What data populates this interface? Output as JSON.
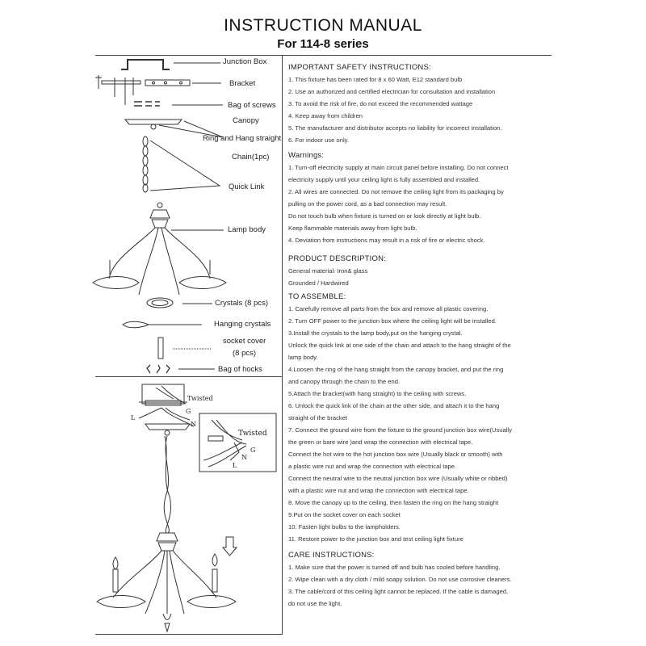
{
  "header": {
    "title": "INSTRUCTION MANUAL",
    "subtitle": "For 114-8 series"
  },
  "parts": [
    "Junction Box",
    "Bracket",
    "Bag of screws",
    "Canopy",
    "Ring and Hang straight",
    "Chain(1pc)",
    "Quick Link",
    "Lamp body",
    "Crystals (8 pcs)",
    "Hanging crystals",
    "socket cover",
    "(8 pcs)",
    "Bag of hocks"
  ],
  "diagram_labels": {
    "twisted": "Twisted",
    "g": "G",
    "n": "N",
    "l": "L"
  },
  "sections": [
    {
      "heading": "IMPORTANT SAFETY INSTRUCTIONS:",
      "lines": [
        "1. This fixture has been rated for 8 x 60 Watt, E12 standard bulb",
        "2. Use an authorized and certified electrician for consultation and installation",
        "3. To avoid the risk of fire, do not exceed the recommended wattage",
        "4. Keep away from children",
        "5. The manufacturer and distributor accepts no liability for incorrect installation.",
        "6. For indoor use only."
      ]
    },
    {
      "heading": "Warnings:",
      "lines": [
        "1. Turn-off electricity supply at main circuit panel before installing. Do not connect",
        "electricity supply until your ceiling light is fully assembled and installed.",
        "2. All wires are connected. Do not remove the ceiling light from its packaging by",
        "pulling on the power cord, as a bad connection may result.",
        "Do not touch bulb when fixture is turned on or look directly at light bulb.",
        "Keep flammable materials away from light bulb.",
        "4. Deviation from instructions may result in a risk of fire or electric shock."
      ]
    },
    {
      "heading": "PRODUCT DESCRIPTION:",
      "lines": [
        "General material: Iron& glass",
        "Grounded / Hardwired"
      ]
    },
    {
      "heading": "TO ASSEMBLE:",
      "lines": [
        "1. Carefully remove all parts from the box and remove all plastic covering.",
        "2. Turn OFF power to the junction box where the ceiling light will be installed.",
        "3.Install the crystals to the lamp body,put on the hanging crystal.",
        "Unlock the quick link at one side of the chain and attach to the hang straight of the",
        "lamp body.",
        "4.Loosen the ring of the hang straight from the canopy bracket, and put the ring",
        "and canopy through the chain to the end.",
        "5.Attach the bracket(with hang straight) to the ceiling with screws.",
        "6. Unlock the quick link of the chain at the other side, and attach it to the hang",
        "straight of the bracket",
        "7. Connect the ground wire from the fixture to the ground junction box wire(Usually",
        "the green or bare wire )and wrap the connection with electrical tape.",
        "Connect the hot wire to the hot junction box wire (Usually black or smooth) with",
        "a plastic wire nut  and wrap the connection with electrical tape.",
        "Connect the neutral wire to the neutral junction box wire (Usually white or ribbed)",
        "with a plastic wire nut and wrap the connection with electrical tape.",
        "8. Move the canopy up to the ceiling, then fasten the ring on the hang straight",
        "9.Put on the socket cover on each socket",
        "10. Fasten light bulbs to the lampholders.",
        "11. Restore power to the junction box and test ceiling light fixture"
      ]
    },
    {
      "heading": "CARE INSTRUCTIONS:",
      "lines": [
        "1. Make sure that the power is turned off and bulb has cooled before handling.",
        "2. Wipe clean with a dry cloth / mild soapy solution. Do not use corrosive cleaners.",
        "3. The cable/cord of this ceiling light cannot be replaced. If the cable is damaged,",
        "do not use the light."
      ]
    }
  ]
}
